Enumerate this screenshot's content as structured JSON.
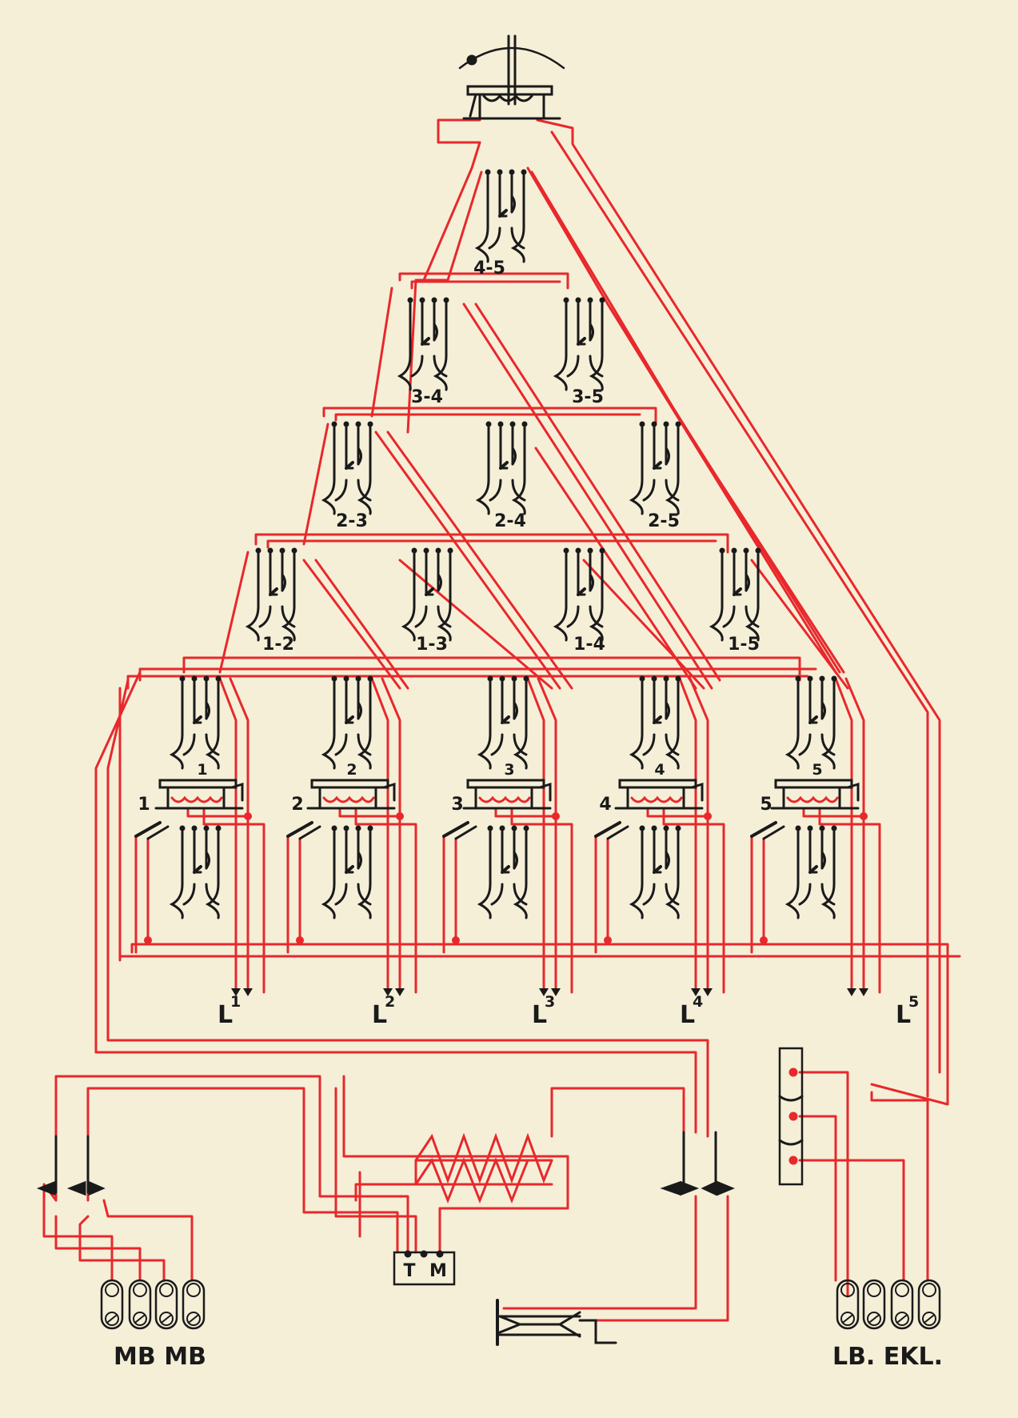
{
  "colors": {
    "paper": "#f5efd8",
    "wire": "#e8282c",
    "ink": "#1a1a1a"
  },
  "top_unit": {
    "icon": "drop-indicator-icon"
  },
  "tiers": [
    {
      "labels": [
        "4-5"
      ]
    },
    {
      "labels": [
        "3-4",
        "3-5"
      ]
    },
    {
      "labels": [
        "2-3",
        "2-4",
        "2-5"
      ]
    },
    {
      "labels": [
        "1-2",
        "1-3",
        "1-4",
        "1-5"
      ]
    }
  ],
  "stations": [
    {
      "num": "1",
      "line": "L",
      "sup": "1"
    },
    {
      "num": "2",
      "line": "L",
      "sup": "2"
    },
    {
      "num": "3",
      "line": "L",
      "sup": "3"
    },
    {
      "num": "4",
      "line": "L",
      "sup": "4"
    },
    {
      "num": "5",
      "line": "L",
      "sup": "5"
    }
  ],
  "bottom": {
    "mb_label": "MB MB",
    "tm_left": "T",
    "tm_right": "M",
    "lb_label": "LB. EKL."
  }
}
